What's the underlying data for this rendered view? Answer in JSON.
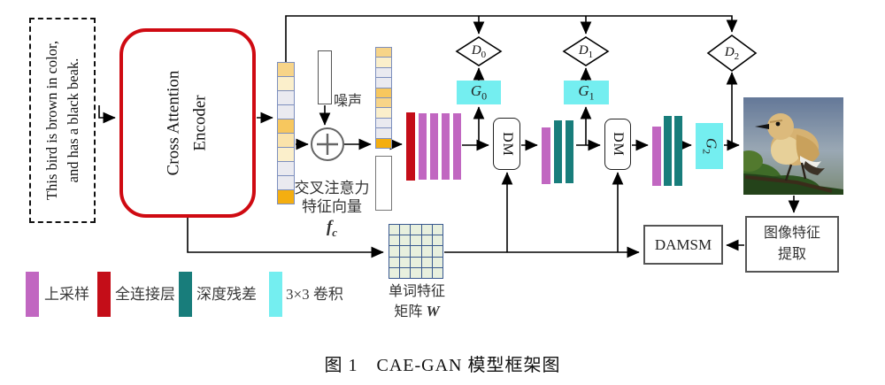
{
  "colors": {
    "purple": "#c167c1",
    "red": "#c40d18",
    "teal": "#187d7b",
    "cyan": "#74eef0",
    "encoder_border": "#cf0a12",
    "cell_border": "#7d8fbe",
    "matrix_cell": "#e8f0de",
    "matrix_border": "#39598f"
  },
  "input_box": {
    "line1": "This bird is brown in color,",
    "line2": "and has a black beak."
  },
  "encoder": {
    "line1": "Cross Attention",
    "line2": "Encoder"
  },
  "noise": {
    "label": "噪声"
  },
  "feature_vector_label": {
    "line1": "交叉注意力",
    "line2": "特征向量",
    "symbol": "f",
    "subscript": "c"
  },
  "vector1_cells": [
    "#f7d488",
    "#fbefcb",
    "#eaeaf0",
    "#eaeaf0",
    "#f7c75e",
    "#fae3ab",
    "#fbefcb",
    "#eaeaf0",
    "#eaeaf0",
    "#f4ae10"
  ],
  "vector2_cells": [
    "#f7d488",
    "#fbefcb",
    "#eaeaf0",
    "#eaeaf0",
    "#f7c75e",
    "#f7d488",
    "#fbefcb",
    "#eaeaf0",
    "#eaeaf0",
    "#f4ae10"
  ],
  "generators": {
    "g0": {
      "base": "G",
      "sub": "0"
    },
    "g1": {
      "base": "G",
      "sub": "1"
    },
    "g2": {
      "base": "G",
      "sub": "2"
    }
  },
  "discriminators": {
    "d0": {
      "base": "D",
      "sub": "0"
    },
    "d1": {
      "base": "D",
      "sub": "1"
    },
    "d2": {
      "base": "D",
      "sub": "2"
    }
  },
  "dm": {
    "label": "DM"
  },
  "damsm": {
    "label": "DAMSM"
  },
  "image_feature": {
    "line1": "图像特征",
    "line2": "提取"
  },
  "word_matrix": {
    "line1": "单词特征",
    "line2_prefix": "矩阵 ",
    "symbol": "W"
  },
  "legend": [
    {
      "label": "上采样",
      "color": "#c167c1"
    },
    {
      "label": "全连接层",
      "color": "#c40d18"
    },
    {
      "label": "深度残差",
      "color": "#187d7b"
    },
    {
      "label": "3×3 卷积",
      "color": "#74eef0"
    }
  ],
  "caption": "图 1　CAE-GAN 模型框架图"
}
